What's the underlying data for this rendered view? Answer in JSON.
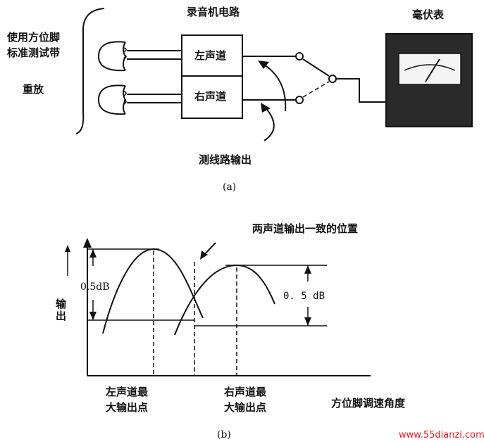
{
  "part_a": {
    "caption": "(a)",
    "recorder_title": "录音机电路",
    "meter_title": "毫伏表",
    "tape_label_1": "使用方位脚",
    "tape_label_2": "标准测试带",
    "playback_label": "重放",
    "left_channel": "左声道",
    "right_channel": "右声道",
    "test_output_label": "测线路输出"
  },
  "part_b": {
    "caption": "(b)",
    "consistent_position_label": "两声道输出一致的位置",
    "left_db": "0.5dB",
    "right_db": "0. 5 dB",
    "y_label": "输出",
    "x_label": "方位脚调速角度",
    "left_max_1": "左声道最",
    "left_max_2": "大输出点",
    "right_max_1": "右声道最",
    "right_max_2": "大输出点"
  },
  "watermark": "www.55dianzi.com",
  "colors": {
    "watermark": "#e02020",
    "meter_body": "#2a2a2a"
  }
}
